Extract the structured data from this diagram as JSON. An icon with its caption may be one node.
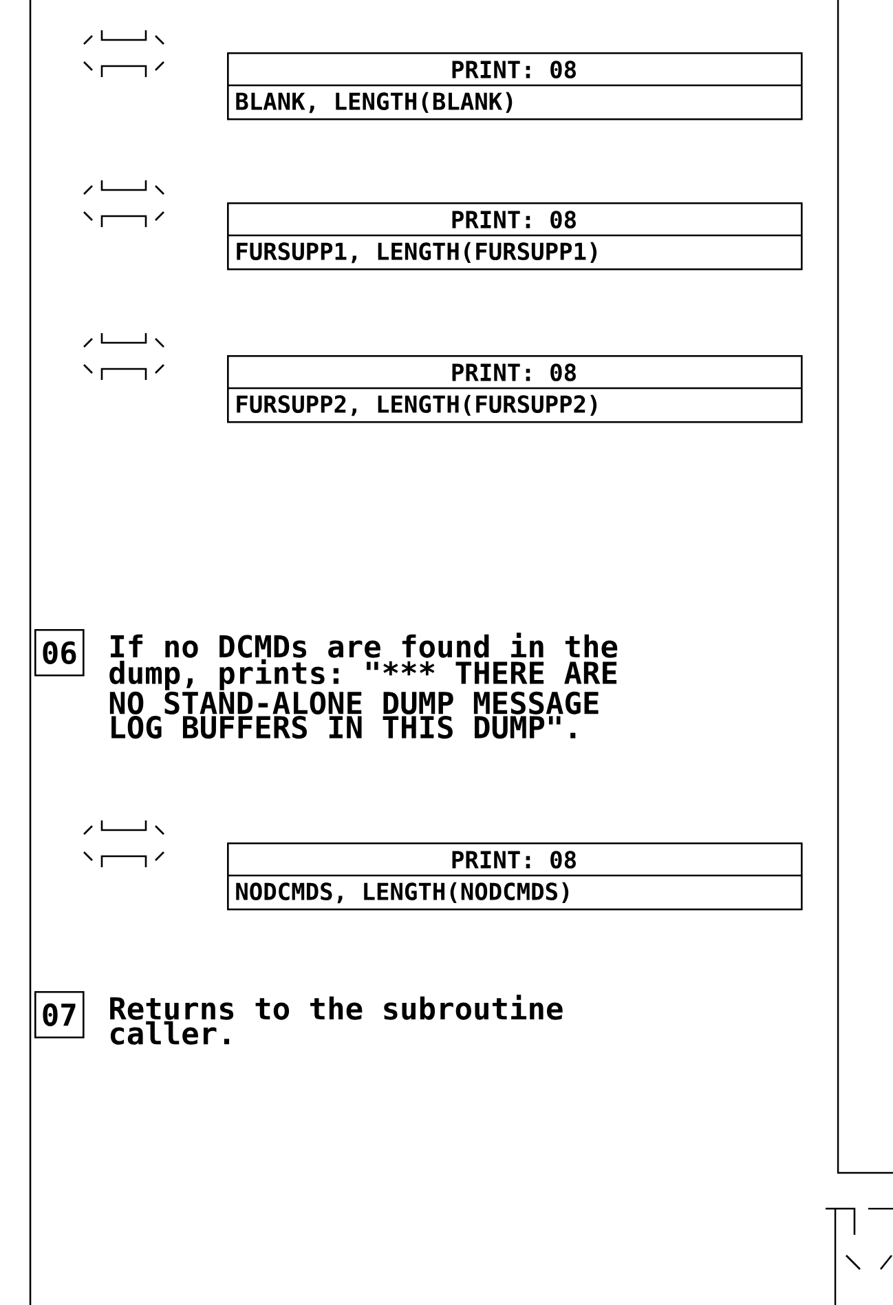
{
  "diagram": {
    "nodes": [
      {
        "text": [
          "PRINT: 08",
          "BLANK, LENGTH(BLANK)"
        ]
      },
      {
        "text": [
          "PRINT: 08",
          "FURSUPP1, LENGTH(FURSUPP1)"
        ]
      },
      {
        "text": [
          "PRINT: 08",
          "FURSUPP2, LENGTH(FURSUPP2)"
        ]
      },
      {
        "text": [
          "06"
        ],
        "beside": [
          "If no DCMDs are found in the dump, prints: \"*** THERE ARE NO STAND-ALONE DUMP MESSAGE LOG BUFFERS IN THIS DUMP\"."
        ]
      },
      {
        "text": [
          "PRINT: 08",
          "NODCMDS, LENGTH(NODCMDS)"
        ]
      },
      {
        "text": [
          "07"
        ],
        "beside": [
          "Returns to the subroutine caller."
        ]
      }
    ],
    "edges": []
  }
}
